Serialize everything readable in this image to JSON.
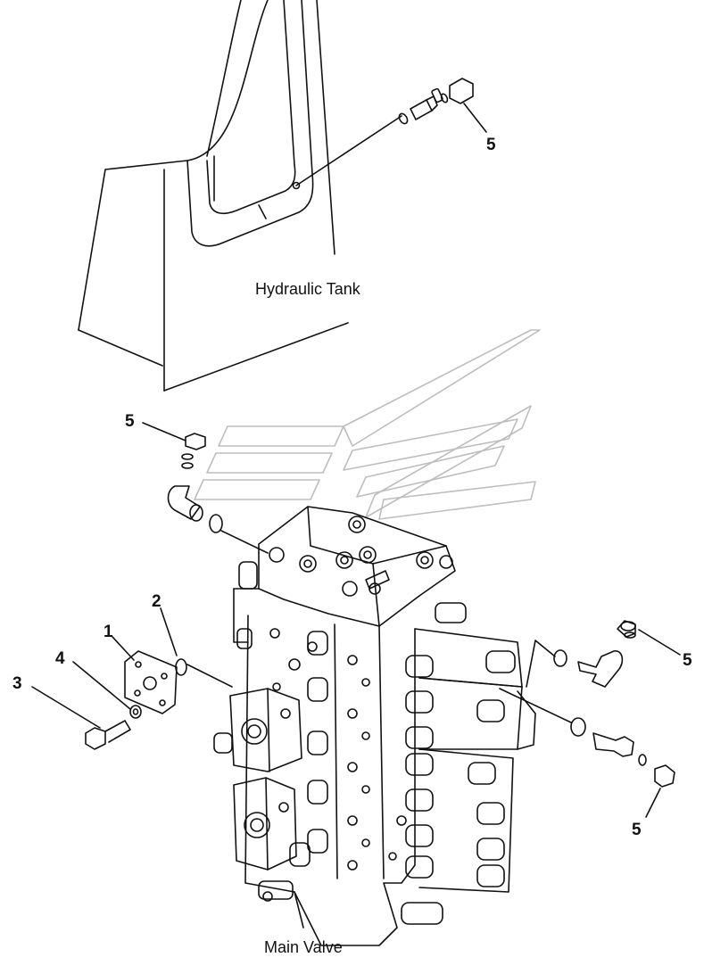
{
  "captions": {
    "tank": "Hydraulic Tank",
    "valve": "Main Valve"
  },
  "callouts": {
    "c1": "1",
    "c2": "2",
    "c3": "3",
    "c4": "4",
    "c5_top": "5",
    "c5_left": "5",
    "c5_right_upper": "5",
    "c5_right_lower": "5"
  },
  "colors": {
    "line": "#111111",
    "watermark": "#bdbdbd",
    "background": "#ffffff"
  }
}
